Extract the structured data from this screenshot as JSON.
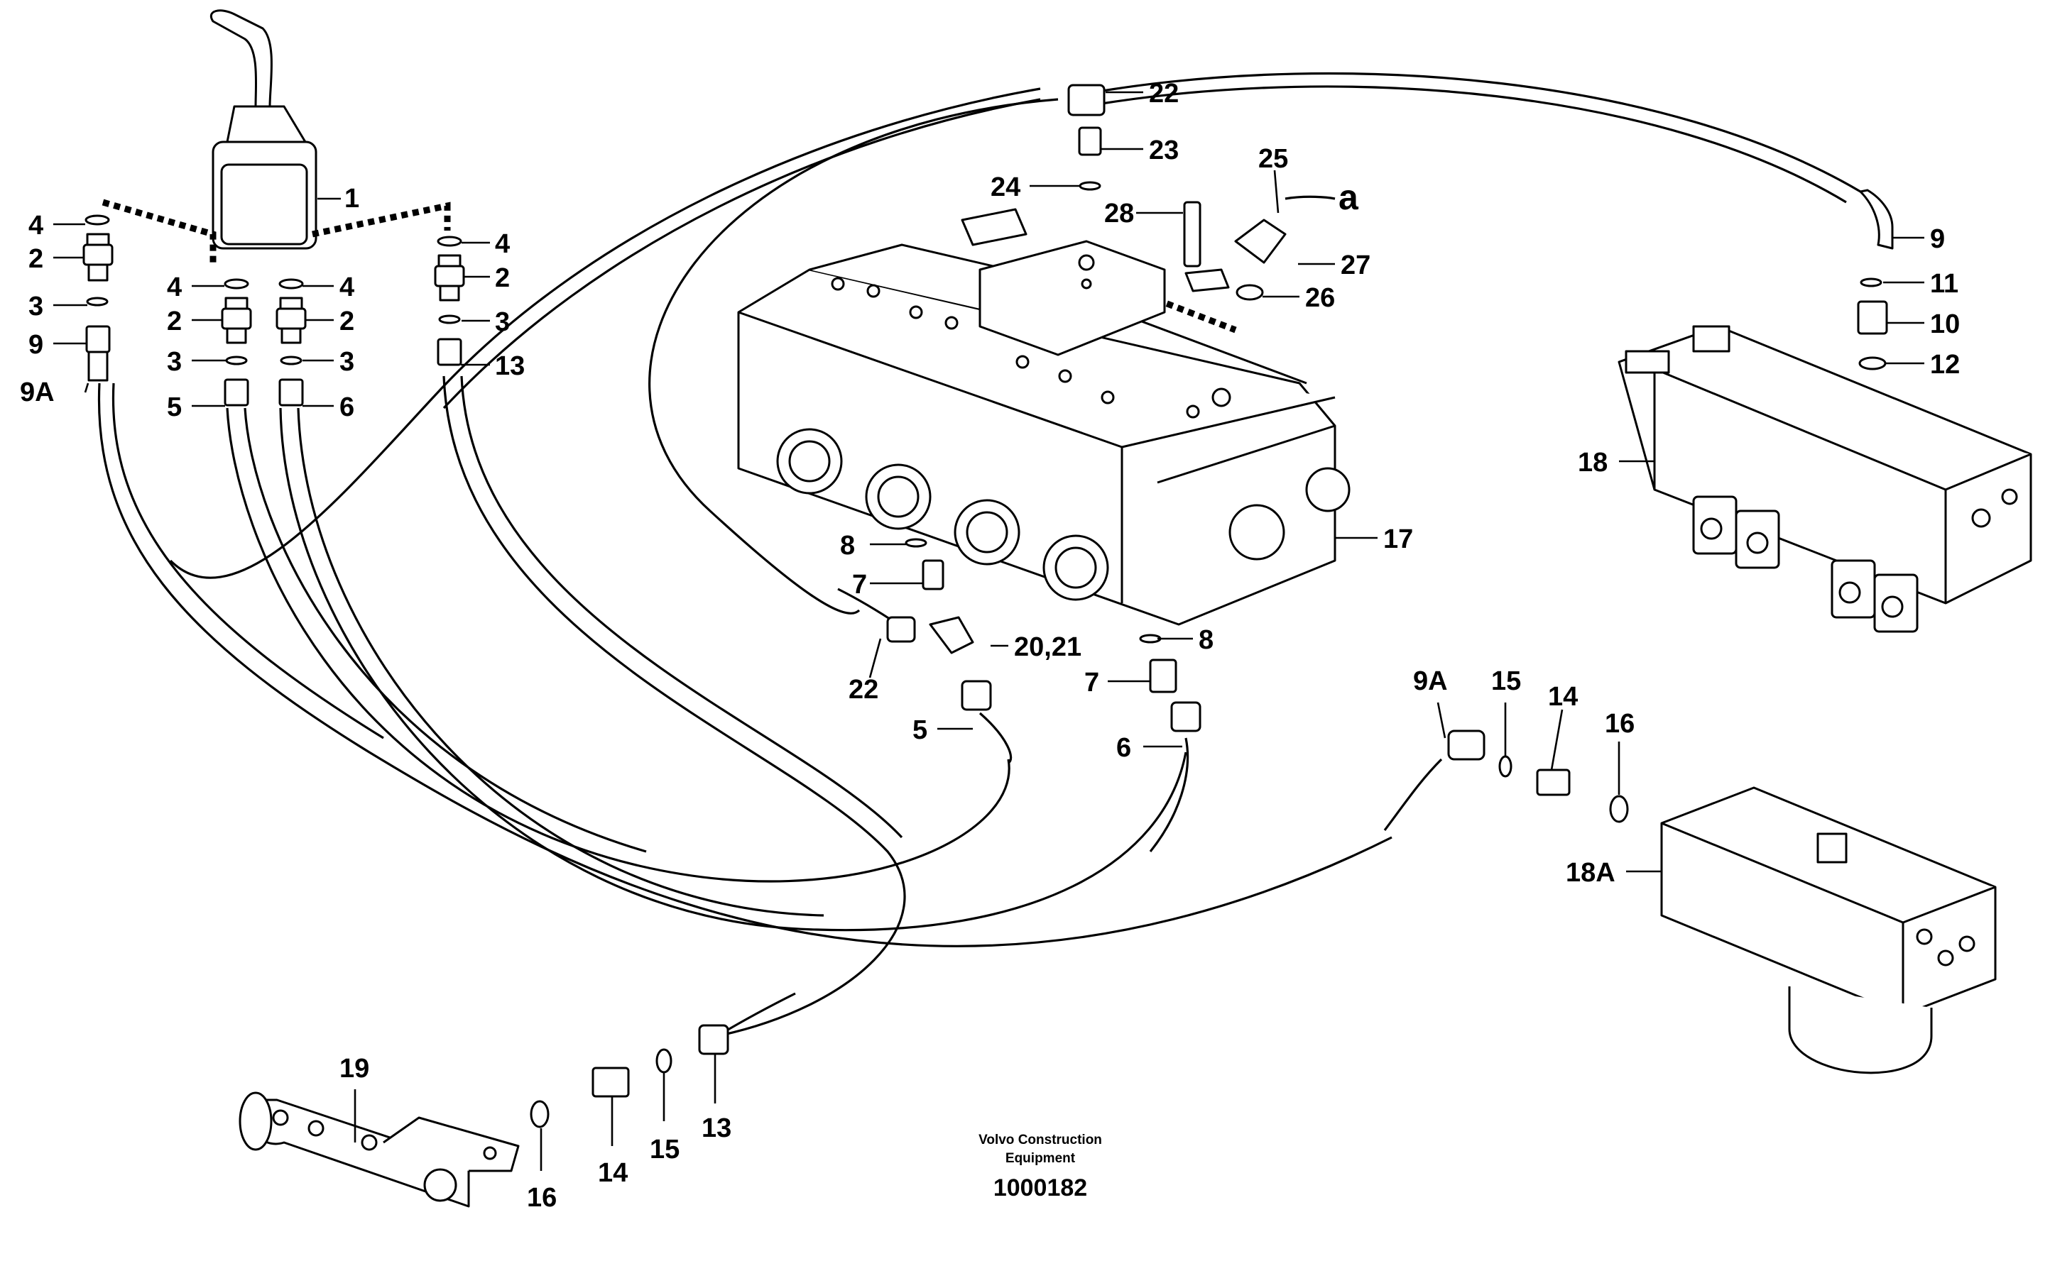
{
  "labels": {
    "l1": "1",
    "l2a": "2",
    "l2b": "2",
    "l2c": "2",
    "l2d": "2",
    "l3a": "3",
    "l3b": "3",
    "l3c": "3",
    "l3d": "3",
    "l4a": "4",
    "l4b": "4",
    "l4c": "4",
    "l4d": "4",
    "l5a": "5",
    "l5b": "5",
    "l6a": "6",
    "l6b": "6",
    "l7a": "7",
    "l7b": "7",
    "l8a": "8",
    "l8b": "8",
    "l9a": "9",
    "l9b": "9",
    "l9Aa": "9A",
    "l9Ab": "9A",
    "l10": "10",
    "l11": "11",
    "l12": "12",
    "l13a": "13",
    "l13b": "13",
    "l14a": "14",
    "l14b": "14",
    "l15a": "15",
    "l15b": "15",
    "l16a": "16",
    "l16b": "16",
    "l17": "17",
    "l18": "18",
    "l18A": "18A",
    "l19": "19",
    "l2021": "20,21",
    "l22a": "22",
    "l22b": "22",
    "l23": "23",
    "l24": "24",
    "l25": "25",
    "l26": "26",
    "l27": "27",
    "l28": "28",
    "la": "a"
  },
  "credit": {
    "line1": "Volvo Construction",
    "line2": "Equipment"
  },
  "drawing_number": "1000182"
}
